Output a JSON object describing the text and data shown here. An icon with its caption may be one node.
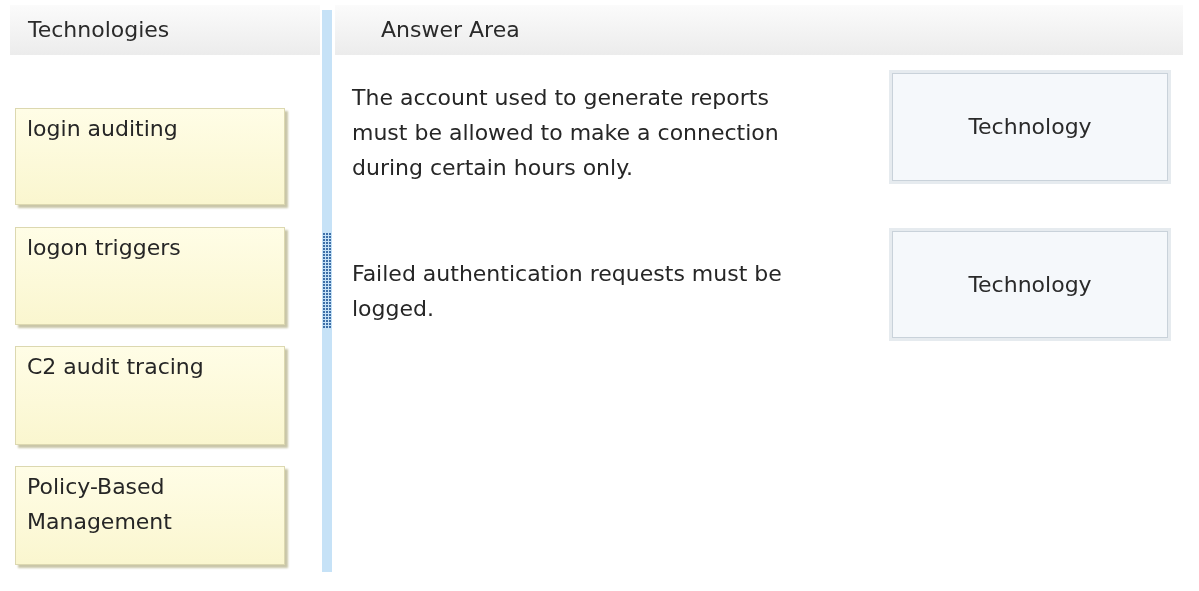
{
  "diagram": {
    "nodes": [
      {
        "text": [
          "Technologies"
        ]
      },
      {
        "text": [
          "login auditing"
        ]
      },
      {
        "text": [
          "logon triggers"
        ]
      },
      {
        "text": [
          "C2 audit tracing"
        ]
      },
      {
        "text": [
          "Policy-Based Management"
        ]
      },
      {
        "text": [
          "Answer Area"
        ]
      },
      {
        "text": [
          "Technology"
        ]
      },
      {
        "text": [
          "Technology"
        ]
      }
    ],
    "labels": [
      "The account used to generate reports must be allowed to make a connection during certain hours only.",
      "Failed authentication requests must be logged."
    ]
  }
}
